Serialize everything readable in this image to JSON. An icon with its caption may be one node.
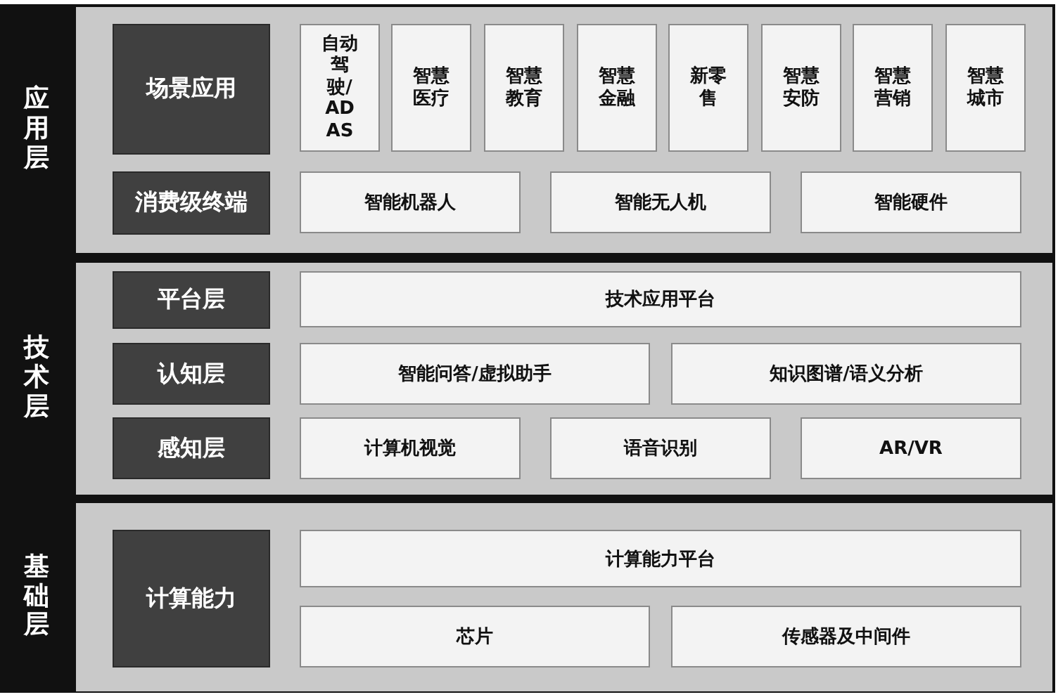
{
  "diagram": {
    "nodes": [
      {
        "text": [
          "应用层"
        ]
      },
      {
        "text": [
          "场景应用"
        ]
      },
      {
        "text": [
          "自动驾驶/ADAS"
        ]
      },
      {
        "text": [
          "智慧医疗"
        ]
      },
      {
        "text": [
          "智慧教育"
        ]
      },
      {
        "text": [
          "智慧金融"
        ]
      },
      {
        "text": [
          "新零售"
        ]
      },
      {
        "text": [
          "智慧安防"
        ]
      },
      {
        "text": [
          "智慧营销"
        ]
      },
      {
        "text": [
          "智慧城市"
        ]
      },
      {
        "text": [
          "消费级终端"
        ]
      },
      {
        "text": [
          "智能机器人"
        ]
      },
      {
        "text": [
          "智能无人机"
        ]
      },
      {
        "text": [
          "智能硬件"
        ]
      },
      {
        "text": [
          "技术层"
        ]
      },
      {
        "text": [
          "平台层"
        ]
      },
      {
        "text": [
          "技术应用平台"
        ]
      },
      {
        "text": [
          "认知层"
        ]
      },
      {
        "text": [
          "智能问答/虚拟助手"
        ]
      },
      {
        "text": [
          "知识图谱/语义分析"
        ]
      },
      {
        "text": [
          "感知层"
        ]
      },
      {
        "text": [
          "计算机视觉"
        ]
      },
      {
        "text": [
          "语音识别"
        ]
      },
      {
        "text": [
          "AR/VR"
        ]
      },
      {
        "text": [
          "基础层"
        ]
      },
      {
        "text": [
          "计算能力"
        ]
      },
      {
        "text": [
          "计算能力平台"
        ]
      },
      {
        "text": [
          "芯片"
        ]
      },
      {
        "text": [
          "传感器及中间件"
        ]
      }
    ]
  }
}
